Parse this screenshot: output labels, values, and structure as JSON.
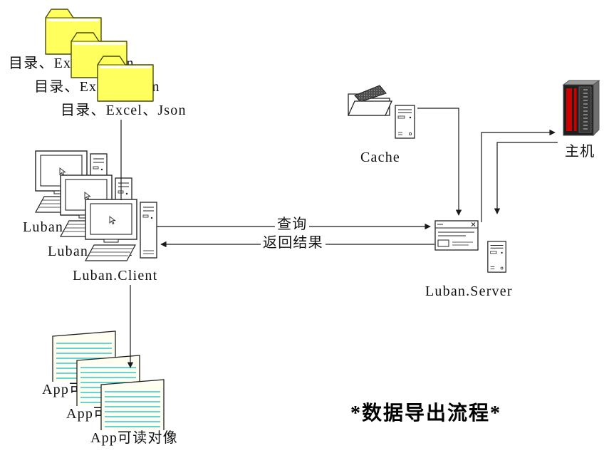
{
  "title": "*数据导出流程*",
  "nodes": {
    "export_files": {
      "label": "目录、Excel、Json"
    },
    "client": {
      "label": "Luban.Client"
    },
    "cache": {
      "label": "Cache"
    },
    "host": {
      "label": "主机"
    },
    "server": {
      "label": "Luban.Server"
    },
    "app_objects": {
      "label": "App可读对像"
    }
  },
  "edges": {
    "query": {
      "label": "查询",
      "from": "client",
      "to": "server"
    },
    "result": {
      "label": "返回结果",
      "from": "server",
      "to": "client"
    },
    "files_to_client": {
      "from": "export_files",
      "to": "client"
    },
    "client_to_app_objects": {
      "from": "client",
      "to": "app_objects"
    },
    "cache_to_server": {
      "from": "cache",
      "to": "server"
    },
    "server_to_host": {
      "from": "server",
      "to": "host"
    },
    "host_to_server": {
      "from": "host",
      "to": "server"
    }
  },
  "icons": {
    "export_files": "folder-icon",
    "client": "workstation-icon",
    "cache": "open-folder-icon",
    "cache_unit": "server-tower-icon",
    "host": "mainframe-icon",
    "server": "app-window-icon",
    "server_unit": "server-tower-icon",
    "app_objects": "document-icon"
  },
  "colors": {
    "background": "#ffffff",
    "folder_yellow": "#ffff5e",
    "document_line_cyan": "#2fc8c8",
    "host_red": "#cf0000",
    "connector": "#1a1a1a"
  }
}
